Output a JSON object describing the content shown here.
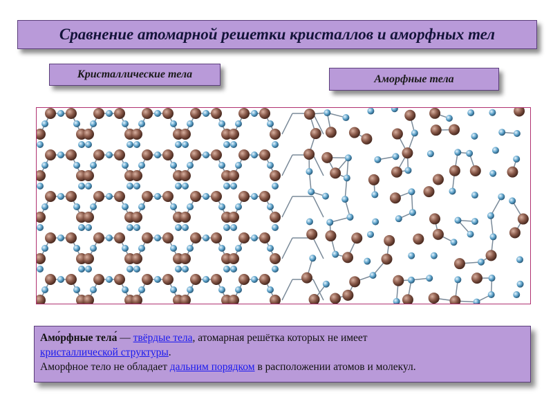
{
  "title": "Сравнение атомарной решетки кристаллов и аморфных тел",
  "labels": {
    "crystalline": "Кристаллические тела",
    "amorphous": "Аморфные тела"
  },
  "definition": {
    "term": "Амо́рфные тела́",
    "dash": " — ",
    "link1": "твёрдые тела",
    "text1": ", атомарная решётка которых не имеет ",
    "link2": "кристаллической структуры",
    "text2": ".",
    "text3": "Аморфное тело не обладает ",
    "link3": "дальним порядком",
    "text4": " в расположении атомов и молекул."
  },
  "colors": {
    "box_fill": "#b99ad9",
    "large_atom": "#8a5a4a",
    "small_atom": "#5aa0c8",
    "frame_border": "#b03070",
    "link": "#1a1aee"
  }
}
